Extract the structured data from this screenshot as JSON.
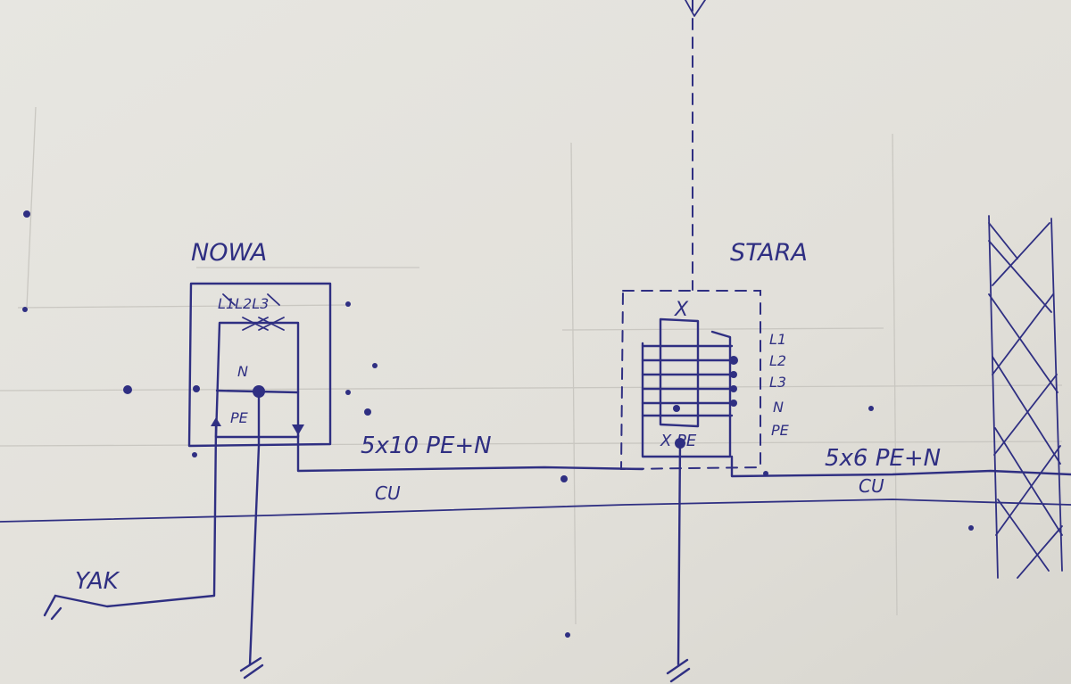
{
  "boards": {
    "new_board": {
      "title": "NOWA",
      "phases_label": "L1L2L3",
      "n_label": "N",
      "pe_label": "PE"
    },
    "old_board": {
      "title": "STARA",
      "x_label": "X",
      "pe_label": "X PE",
      "terminal_labels": [
        "L1",
        "L2",
        "L3",
        "N",
        "PE"
      ]
    }
  },
  "cables": {
    "cable_new_to_old": {
      "spec": "5x10 PE+N",
      "material": "CU"
    },
    "cable_old_to_right": {
      "spec": "5x6 PE+N",
      "material": "CU"
    }
  },
  "incoming": {
    "label": "YAK"
  },
  "colors": {
    "ink": "#2f2f82",
    "paper": "#e4e2dc",
    "pencil": "#c9c7c1"
  }
}
